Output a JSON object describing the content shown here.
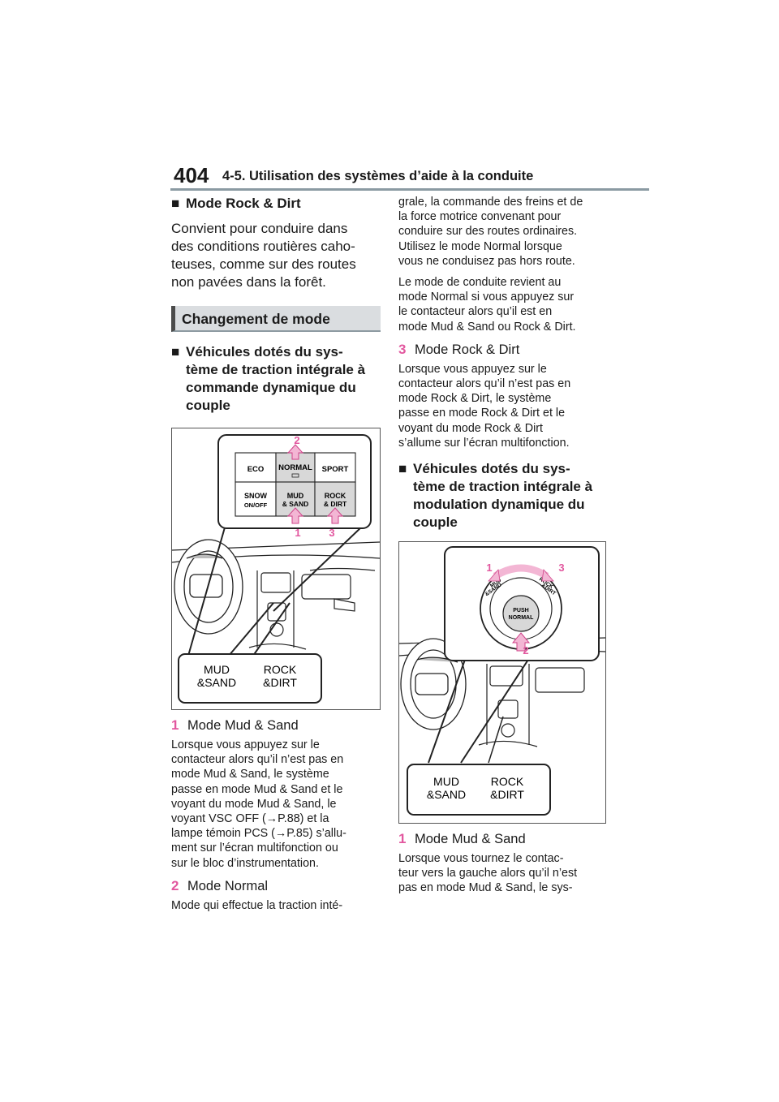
{
  "header": {
    "page_number": "404",
    "title": "4-5. Utilisation des systèmes d’aide à la conduite"
  },
  "left": {
    "rock_dirt_heading": "Mode Rock & Dirt",
    "rock_dirt_intro": [
      "Convient pour conduire dans",
      "des conditions routières caho-",
      "teuses, comme sur des routes",
      "non pavées dans la forêt."
    ],
    "section_title": "Changement de mode",
    "torque_heading": [
      "Véhicules dotés du sys-",
      "tème de traction intégrale à",
      "commande dynamique du",
      "couple"
    ],
    "figure1": {
      "buttons": [
        "ECO",
        "NORMAL",
        "SPORT",
        "SNOW",
        "ON/OFF",
        "MUD",
        "& SAND",
        "ROCK",
        "& DIRT"
      ],
      "callouts": [
        "2",
        "1",
        "3"
      ],
      "indicators": [
        "MUD",
        "&SAND",
        "ROCK",
        "&DIRT"
      ]
    },
    "step1_num": "1",
    "step1_title": "Mode Mud & Sand",
    "step1_text": [
      "Lorsque vous appuyez sur le",
      "contacteur alors qu’il n’est pas en",
      "mode Mud & Sand, le système",
      "passe en mode Mud & Sand et le",
      "voyant du mode Mud & Sand, le",
      "voyant VSC OFF (→P.88) et la",
      "lampe témoin PCS (→P.85) s’allu-",
      "ment sur l’écran multifonction ou",
      "sur le bloc d’instrumentation."
    ],
    "step2_num": "2",
    "step2_title": "Mode Normal",
    "step2_text": [
      "Mode qui effectue la traction inté-"
    ]
  },
  "right": {
    "para1": [
      "grale, la commande des freins et de",
      "la force motrice convenant pour",
      "conduire sur des routes ordinaires.",
      "Utilisez le mode Normal lorsque",
      "vous ne conduisez pas hors route."
    ],
    "para2": [
      "Le mode de conduite revient au",
      "mode Normal si vous appuyez sur",
      "le contacteur alors qu’il est en",
      "mode Mud & Sand ou Rock & Dirt."
    ],
    "step3_num": "3",
    "step3_title": "Mode Rock & Dirt",
    "step3_text": [
      "Lorsque vous appuyez sur le",
      "contacteur alors qu’il n’est pas en",
      "mode Rock & Dirt, le système",
      "passe en mode Rock & Dirt et le",
      "voyant du mode Rock & Dirt",
      "s’allume sur l’écran multifonction."
    ],
    "modulation_heading": [
      "Véhicules dotés du sys-",
      "tème de traction intégrale à",
      "modulation dynamique du",
      "couple"
    ],
    "figure2": {
      "dial_labels": [
        "MUD",
        "&SAND",
        "ROCK",
        "&DIRT",
        "PUSH",
        "NORMAL"
      ],
      "callouts": [
        "1",
        "3",
        "2"
      ],
      "indicators": [
        "MUD",
        "&SAND",
        "ROCK",
        "&DIRT"
      ]
    },
    "step1b_num": "1",
    "step1b_title": "Mode Mud & Sand",
    "step1b_text": [
      "Lorsque vous tournez le contac-",
      "teur vers la gauche alors qu’il n’est",
      "pas en mode Mud & Sand, le sys-"
    ]
  },
  "colors": {
    "accent_pink": "#e2589f",
    "rule_gray": "#8a9aa2",
    "section_bg": "#dadde0"
  }
}
